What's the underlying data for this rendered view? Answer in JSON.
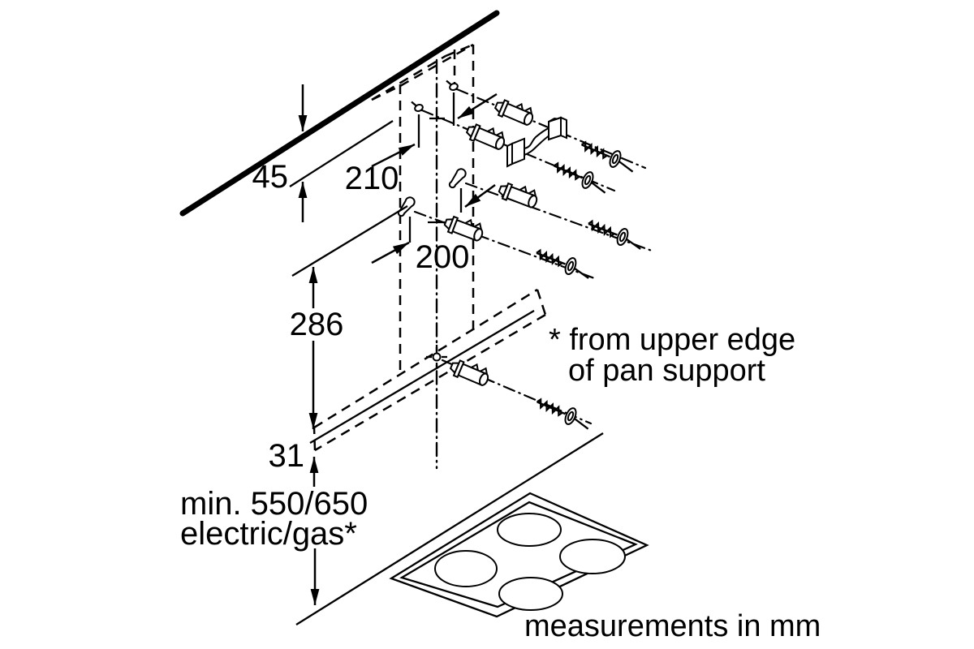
{
  "diagram": {
    "title": "cooker hood wall mounting dimensions",
    "colors": {
      "line": "#000000",
      "background": "#ffffff"
    },
    "dimensions": {
      "ceiling_clearance": "45",
      "upper_hole_spacing": "210",
      "lower_hole_spacing": "200",
      "hole_to_rail": "286",
      "rail_height": "31",
      "min_hob_clearance_line1": "min. 550/650",
      "min_hob_clearance_line2": "electric/gas*"
    },
    "notes": {
      "footnote_line1": "* from upper edge",
      "footnote_line2": "of pan support",
      "units": "measurements in mm"
    }
  }
}
